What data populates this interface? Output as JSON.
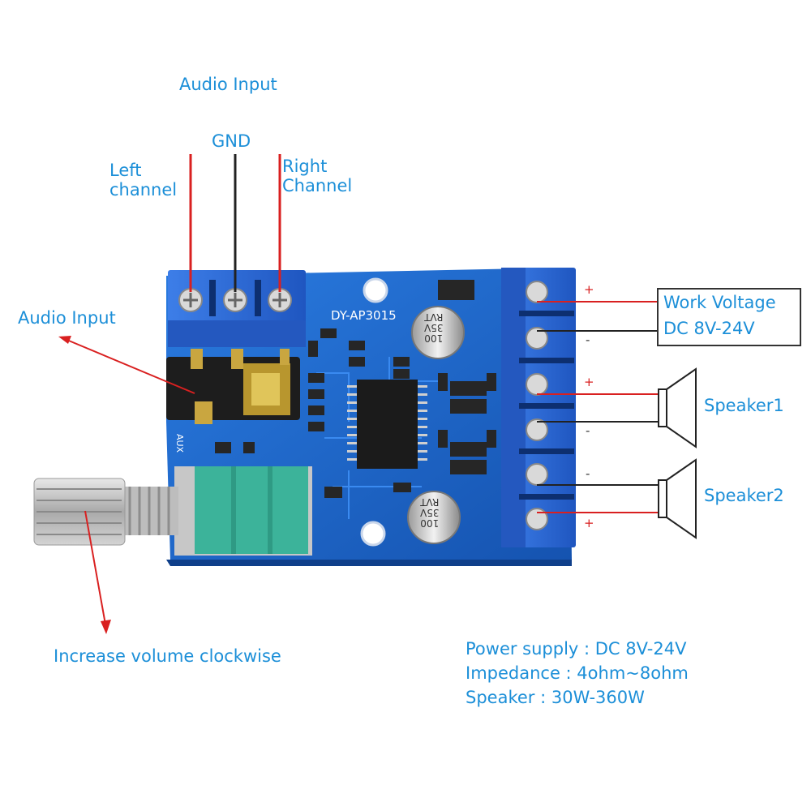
{
  "labels": {
    "audio_input_top": "Audio Input",
    "gnd": "GND",
    "left_channel": "Left\nchannel",
    "right_channel": "Right\nChannel",
    "audio_input_side": "Audio Input",
    "volume": "Increase volume clockwise",
    "work_voltage_line1": "Work Voltage",
    "work_voltage_line2": "DC 8V-24V",
    "speaker1": "Speaker1",
    "speaker2": "Speaker2"
  },
  "terminal_signs": {
    "t1": "+",
    "t2": "-",
    "t3": "+",
    "t4": "-",
    "t5": "-",
    "t6": "+"
  },
  "board": {
    "model": "DY-AP3015",
    "aux": "AUX",
    "cap_top": "100\n35V\nRVT",
    "cap_bottom": "100\n35V\nRVT"
  },
  "specs": [
    "Power supply : DC 8V-24V",
    "Impedance : 4ohm~8ohm",
    "Speaker : 30W-360W"
  ],
  "colors": {
    "label_blue": "#1c8fd8",
    "wire_red": "#d92020",
    "wire_black": "#222222",
    "pcb_blue": "#1a63c4",
    "terminal_blue": "#2f6fdc"
  }
}
